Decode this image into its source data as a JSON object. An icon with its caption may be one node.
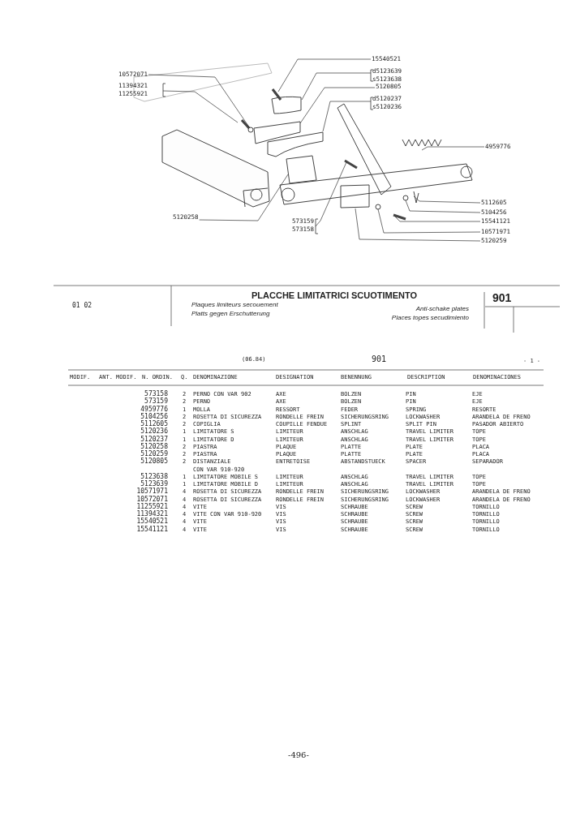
{
  "diagram": {
    "nodes": [
      {
        "text": [
          "15540521"
        ]
      },
      {
        "text": [
          "d5123639",
          "s5123638"
        ]
      },
      {
        "text": [
          "5120805"
        ]
      },
      {
        "text": [
          "d5120237",
          "s5120236"
        ]
      },
      {
        "text": [
          "10572071"
        ]
      },
      {
        "text": [
          "11394321",
          "11255921"
        ]
      },
      {
        "text": [
          "4959776"
        ]
      },
      {
        "text": [
          "5112605"
        ]
      },
      {
        "text": [
          "5104256"
        ]
      },
      {
        "text": [
          "15541121"
        ]
      },
      {
        "text": [
          "10571971"
        ]
      },
      {
        "text": [
          "5120259"
        ]
      },
      {
        "text": [
          "5120258"
        ]
      },
      {
        "text": [
          "573159",
          "573158"
        ]
      }
    ],
    "edges": [
      {
        "from": 0,
        "to": null,
        "arrow": "none"
      },
      {
        "from": 1,
        "to": null,
        "arrow": "none"
      },
      {
        "from": 2,
        "to": null,
        "arrow": "none"
      },
      {
        "from": 3,
        "to": null,
        "arrow": "none"
      },
      {
        "from": 4,
        "to": null,
        "arrow": "none"
      },
      {
        "from": 5,
        "to": null,
        "arrow": "none"
      },
      {
        "from": 6,
        "to": null,
        "arrow": "none"
      },
      {
        "from": 7,
        "to": null,
        "arrow": "none"
      },
      {
        "from": 8,
        "to": null,
        "arrow": "none"
      },
      {
        "from": 9,
        "to": null,
        "arrow": "none"
      },
      {
        "from": 10,
        "to": null,
        "arrow": "none"
      },
      {
        "from": 11,
        "to": null,
        "arrow": "none"
      },
      {
        "from": 12,
        "to": null,
        "arrow": "none"
      },
      {
        "from": 13,
        "to": null,
        "arrow": "none"
      }
    ],
    "labels": [
      "01 02",
      "PLACCHE LIMITATRICI SCUOTIMENTO",
      "901",
      "Plaques limiteurs secouement",
      "Anti-schake plates",
      "Platts gegen Erschutterung",
      "Places topes secudimiento",
      "(06.84)",
      "901",
      "- 1 -",
      "MODIF.",
      "ANT. MODIF.",
      "N. ORDIN.",
      "Q.",
      "DENOMINAZIONE",
      "DESIGNATION",
      "BENENNUNG",
      "DESCRIPTION",
      "DENOMINACIONES",
      "573158",
      "2",
      "PERNO CON VAR 902",
      "AXE",
      "BOLZEN",
      "PIN",
      "EJE",
      "573159",
      "2",
      "PERNO",
      "AXE",
      "BOLZEN",
      "PIN",
      "EJE",
      "4959776",
      "1",
      "MOLLA",
      "RESSORT",
      "FEDER",
      "SPRING",
      "RESORTE",
      "5104256",
      "2",
      "ROSETTA DI SICUREZZA",
      "RONDELLE FREIN",
      "SICHERUNGSRING",
      "LOCKWASHER",
      "ARANDELA DE FRENO",
      "5112605",
      "2",
      "COPIGLIA",
      "COUPILLE FENDUE",
      "SPLINT",
      "SPLIT PIN",
      "PASADOR ABIERTO",
      "5120236",
      "1",
      "LIMITATORE S",
      "LIMITEUR",
      "ANSCHLAG",
      "TRAVEL LIMITER",
      "TOPE",
      "5120237",
      "1",
      "LIMITATORE D",
      "LIMITEUR",
      "ANSCHLAG",
      "TRAVEL LIMITER",
      "TOPE",
      "5120258",
      "2",
      "PIASTRA",
      "PLAQUE",
      "PLATTE",
      "PLATE",
      "PLACA",
      "5120259",
      "2",
      "PIASTRA",
      "PLAQUE",
      "PLATTE",
      "PLATE",
      "PLACA",
      "5120805",
      "2",
      "DISTANZIALE",
      "ENTRETOISE",
      "ABSTANDSTUECK",
      "SPACER",
      "SEPARADOR",
      "CON VAR 910-920",
      "5123638",
      "1",
      "LIMITATORE MOBILE S",
      "LIMITEUR",
      "ANSCHLAG",
      "TRAVEL LIMITER",
      "TOPE",
      "5123639",
      "1",
      "LIMITATORE MOBILE D",
      "LIMITEUR",
      "ANSCHLAG",
      "TRAVEL LIMITER",
      "TOPE",
      "10571971",
      "4",
      "ROSETTA DI SICUREZZA",
      "RONDELLE FREIN",
      "SICHERUNGSRING",
      "LOCKWASHER",
      "ARANDELA DE FRENO",
      "10572071",
      "4",
      "ROSETTA DI SICUREZZA",
      "RONDELLE FREIN",
      "SICHERUNGSRING",
      "LOCKWASHER",
      "ARANDELA DE FRENO",
      "11255921",
      "4",
      "VITE",
      "VIS",
      "SCHRAUBE",
      "SCREW",
      "TORNILLO",
      "11394321",
      "4",
      "VITE CON VAR 910-920",
      "VIS",
      "SCHRAUBE",
      "SCREW",
      "TORNILLO",
      "15540521",
      "4",
      "VITE",
      "VIS",
      "SCHRAUBE",
      "SCREW",
      "TORNILLO",
      "15541121",
      "4",
      "VITE",
      "VIS",
      "SCHRAUBE",
      "SCREW",
      "TORNILLO",
      "-496-"
    ]
  }
}
